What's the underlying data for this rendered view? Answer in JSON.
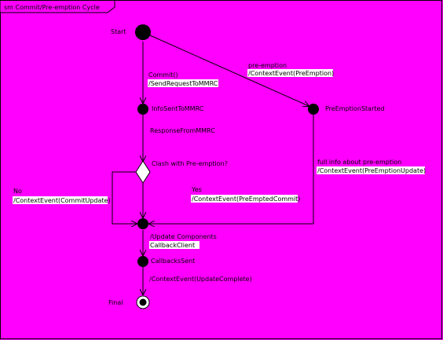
{
  "diagram": {
    "title": "sm Commit/Pre-emption Cycle",
    "states": {
      "start": "Start",
      "info_sent": "InfoSentToMMRC",
      "preemption_started": "PreEmptionStarted",
      "callbacks_sent": "CallbacksSent",
      "final": "Final"
    },
    "decision_label": "Clash with Pre-emption?",
    "transitions": {
      "commit_trigger": "Commit()",
      "commit_action": "/SendRequestToMMRC",
      "preemption_trigger": "pre-emption",
      "preemption_action": "/ContextEvent(PreEmption)",
      "response": "ResponseFromMMRC",
      "no_guard": "No",
      "no_action": "/ContextEvent(CommitUpdate)",
      "yes_guard": "Yes",
      "yes_action": "/ContextEvent(PreEmptedCommit)",
      "full_info": "full info about pre-emption",
      "full_info_action": "/ContextEvent(PreEmptionUpdate)",
      "update_components": "/Update Components",
      "callback_client": "CallbackClient",
      "update_complete": "/ContextEvent(UpdateComplete)"
    }
  }
}
